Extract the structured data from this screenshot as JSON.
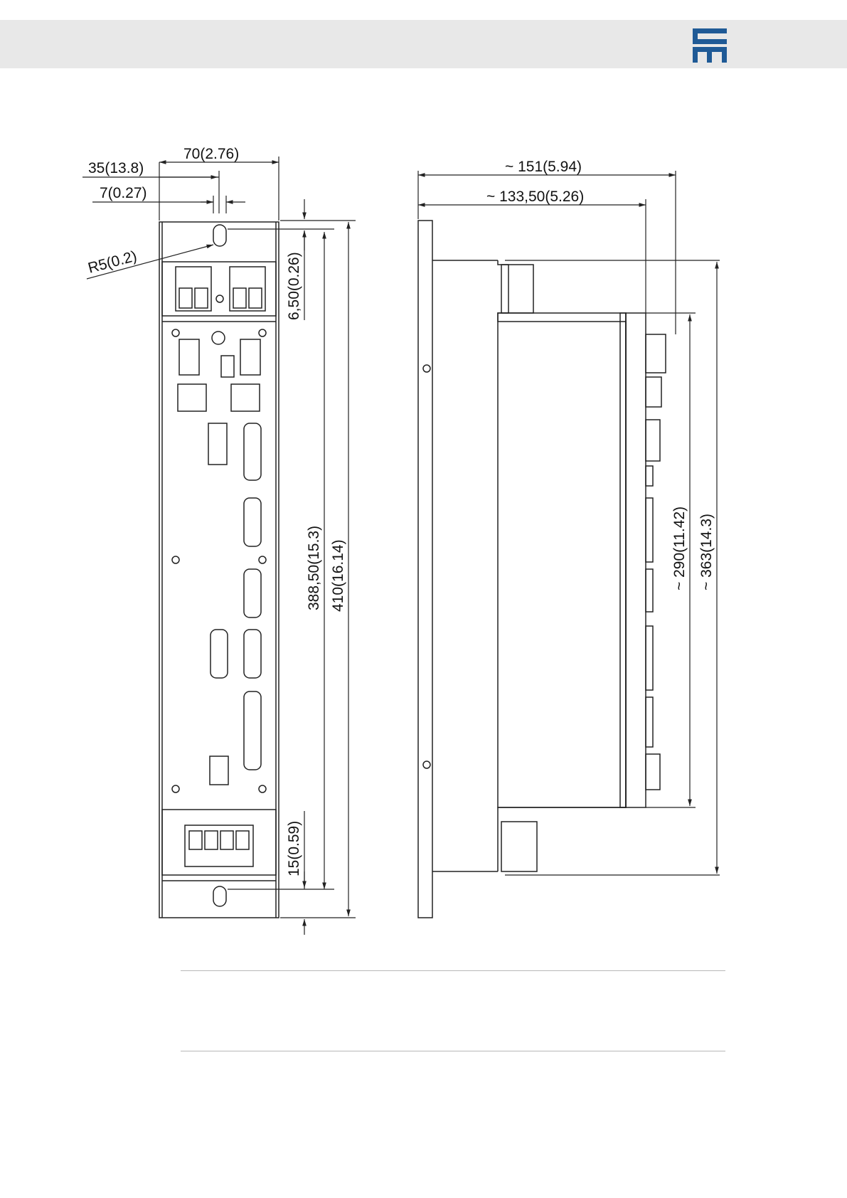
{
  "header": {
    "logo": "company-logo"
  },
  "dimensions": {
    "front": {
      "width_70": "70(2.76)",
      "offset_35": "35(13.8)",
      "slot_7": "7(0.27)",
      "radius": "R5(0.2)",
      "top_6_50": "6,50(0.26)",
      "height_388_50": "388,50(15.3)",
      "height_410": "410(16.14)",
      "bottom_15": "15(0.59)"
    },
    "side": {
      "depth_151": "~ 151(5.94)",
      "depth_133_50": "~ 133,50(5.26)",
      "height_290": "~ 290(11.42)",
      "height_363": "~ 363(14.3)"
    }
  },
  "colors": {
    "line": "#222222",
    "logo": "#1f5a96",
    "band": "#e8e8e8"
  }
}
